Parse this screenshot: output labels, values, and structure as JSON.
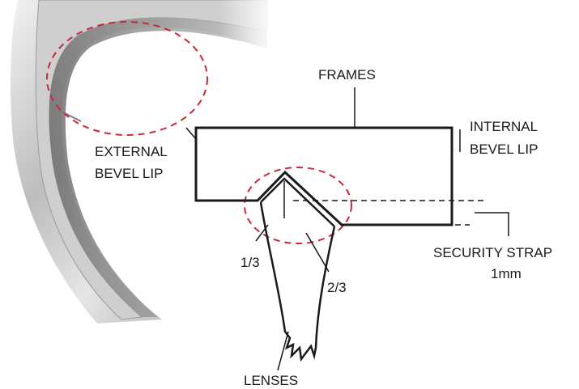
{
  "labels": {
    "frames": "FRAMES",
    "internal_bevel_lip_1": "INTERNAL",
    "internal_bevel_lip_2": "BEVEL LIP",
    "external_bevel_lip_1": "EXTERNAL",
    "external_bevel_lip_2": "BEVEL LIP",
    "security_strap_1": "SECURITY STRAP",
    "security_strap_2": "1mm",
    "one_third": "1/3",
    "two_thirds": "2/3",
    "lenses": "LENSES"
  },
  "colors": {
    "highlight_circle": "#c8283a",
    "line": "#1a1a1a",
    "frame_gray": "#8a8a8a"
  }
}
